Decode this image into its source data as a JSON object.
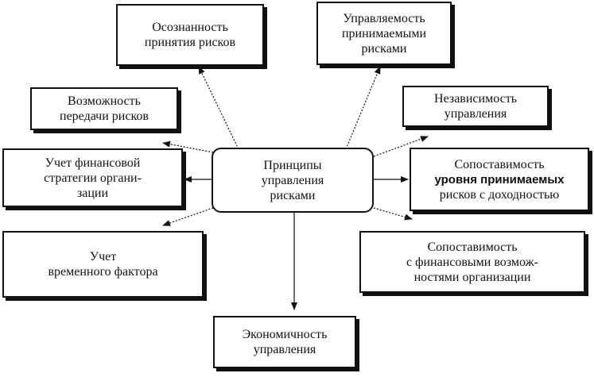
{
  "diagram": {
    "center": {
      "lines": [
        "Принципы",
        "управления",
        "рисками"
      ]
    },
    "nodes": [
      {
        "id": "awareness",
        "lines": [
          "Осознанность",
          "принятия рисков"
        ]
      },
      {
        "id": "controllability",
        "lines": [
          "Управляемость",
          "принимаемыми",
          "рисками"
        ]
      },
      {
        "id": "transfer",
        "lines": [
          "Возможность",
          "передачи рисков"
        ]
      },
      {
        "id": "independence",
        "lines": [
          "Независимость",
          "управления"
        ]
      },
      {
        "id": "strategy",
        "lines": [
          "Учет финансовой",
          "стратегии органи-",
          "зации"
        ]
      },
      {
        "id": "comparability-return",
        "lines": [
          "Сопоставимость",
          "уровня принимаемых",
          "рисков с доходностью"
        ]
      },
      {
        "id": "time-factor",
        "lines": [
          "Учет",
          "временного фактора"
        ]
      },
      {
        "id": "comparability-finance",
        "lines": [
          "Сопоставимость",
          "с финансовыми возмож-",
          "ностями организации"
        ]
      },
      {
        "id": "economy",
        "lines": [
          "Экономичность",
          "управления"
        ]
      }
    ]
  }
}
